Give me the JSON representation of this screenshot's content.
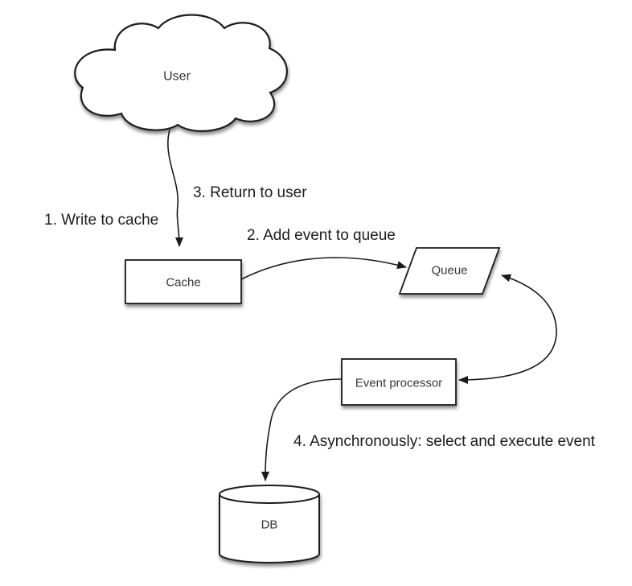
{
  "nodes": {
    "user": {
      "label": "User",
      "shape": "cloud"
    },
    "cache": {
      "label": "Cache",
      "shape": "rectangle"
    },
    "queue": {
      "label": "Queue",
      "shape": "parallelogram"
    },
    "event_processor": {
      "label": "Event processor",
      "shape": "rectangle"
    },
    "db": {
      "label": "DB",
      "shape": "cylinder"
    }
  },
  "edges": [
    {
      "from": "user",
      "to": "cache",
      "direction": "one-way-down",
      "label_left": "1. Write to cache",
      "label_right": "3. Return to user"
    },
    {
      "from": "cache",
      "to": "queue",
      "direction": "one-way-right",
      "label": "2. Add event to queue"
    },
    {
      "from": "queue",
      "to": "event_processor",
      "direction": "two-way"
    },
    {
      "from": "event_processor",
      "to": "db",
      "direction": "one-way-down",
      "label": "4. Asynchronously: select and execute event"
    }
  ],
  "colors": {
    "background": "#ffffff",
    "shape_fill": "#ffffff",
    "stroke": "#1a1a1a",
    "node_text": "#33363d",
    "annotation_text": "#1c1c1c"
  }
}
